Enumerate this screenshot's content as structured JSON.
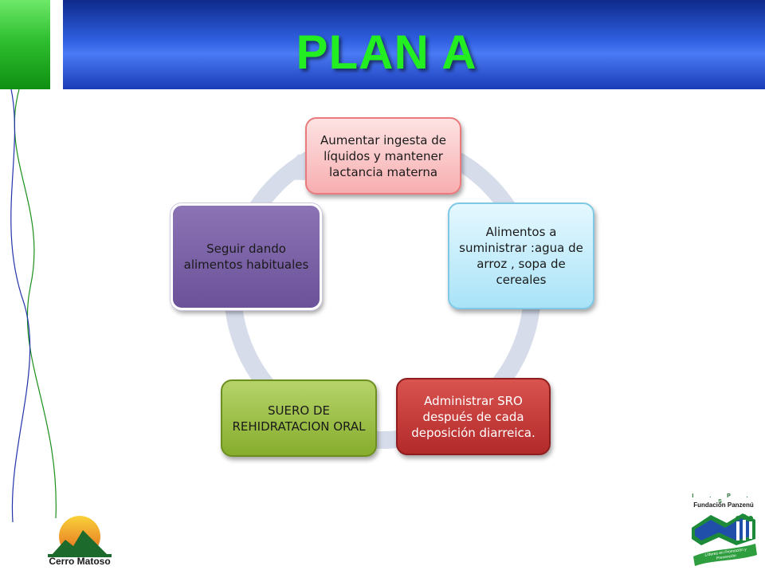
{
  "slide": {
    "title": "PLAN A"
  },
  "cycle": {
    "steps": [
      {
        "text": "Aumentar ingesta de líquidos y mantener lactancia materna"
      },
      {
        "text": "Alimentos a suministrar :agua de arroz , sopa de cereales"
      },
      {
        "text": "Administrar SRO después de cada deposición diarreica."
      },
      {
        "text": "SUERO DE REHIDRATACION ORAL"
      },
      {
        "text": "Seguir dando alimentos habituales"
      }
    ]
  },
  "logos": {
    "left": {
      "name": "Cerro Matoso"
    },
    "right": {
      "top": "I . P . S",
      "name": "Fundación Panzenú",
      "slogan": "Líderes en Promoción y Prevención"
    }
  },
  "colors": {
    "title_bar": "#2f5fe0",
    "title_text": "#22ee22",
    "cycle_ring": "#d6dcea",
    "step1": "#f7aeb0",
    "step2": "#a9e3f7",
    "step3": "#b22a2a",
    "step4": "#86ad2c",
    "step5": "#6b5299"
  }
}
